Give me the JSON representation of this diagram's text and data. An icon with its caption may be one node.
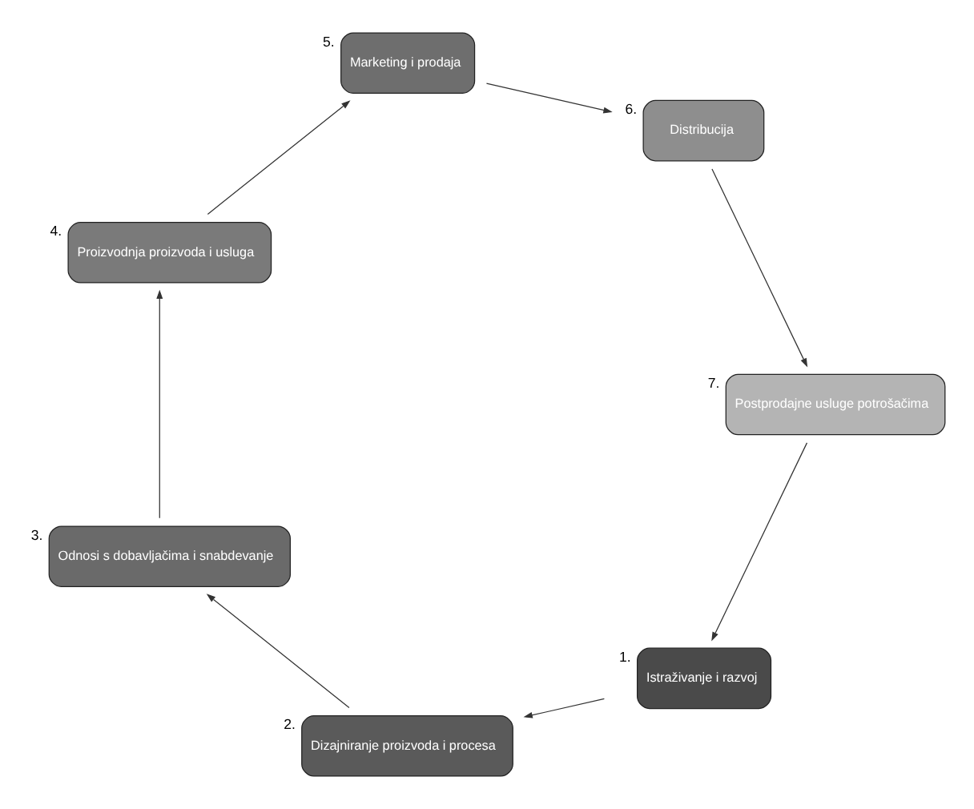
{
  "diagram": {
    "nodes": [
      {
        "text": [
          "Istraživanje i razvoj"
        ],
        "beside": [
          "1."
        ]
      },
      {
        "text": [
          "Dizajniranje proizvoda i procesa"
        ],
        "beside": [
          "2."
        ]
      },
      {
        "text": [
          "Odnosi s dobavljačima i snabdevanje"
        ],
        "beside": [
          "3."
        ]
      },
      {
        "text": [
          "Proizvodnja proizvoda i usluga"
        ],
        "beside": [
          "4."
        ]
      },
      {
        "text": [
          "Marketing i prodaja"
        ],
        "beside": [
          "5."
        ]
      },
      {
        "text": [
          "Distribucija"
        ],
        "beside": [
          "6."
        ]
      },
      {
        "text": [
          "Postprodajne usluge potrošačima"
        ],
        "beside": [
          "7."
        ]
      }
    ],
    "edges": [
      {
        "from": 0,
        "to": 1,
        "arrow": "to"
      },
      {
        "from": 1,
        "to": 2,
        "arrow": "to"
      },
      {
        "from": 2,
        "to": 3,
        "arrow": "to"
      },
      {
        "from": 3,
        "to": 4,
        "arrow": "to"
      },
      {
        "from": 4,
        "to": 5,
        "arrow": "to"
      },
      {
        "from": 5,
        "to": 6,
        "arrow": "to"
      },
      {
        "from": 6,
        "to": 0,
        "arrow": "to"
      }
    ]
  }
}
